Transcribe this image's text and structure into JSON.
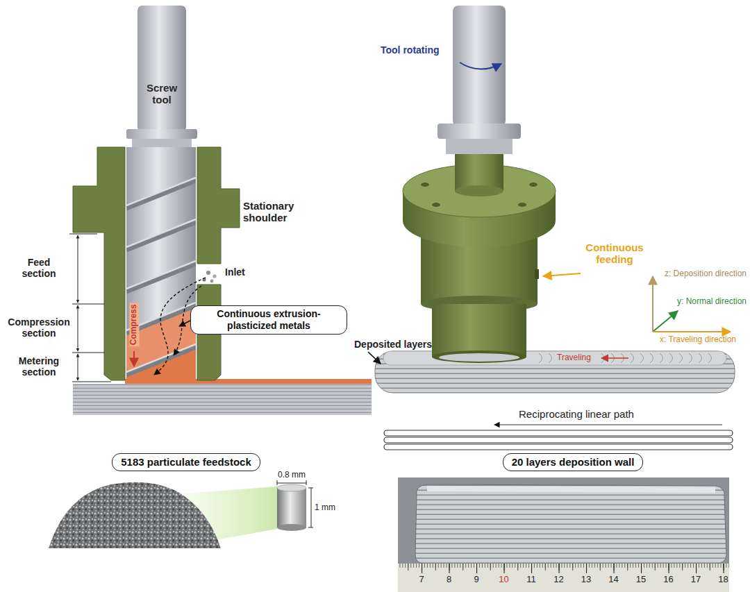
{
  "diagram": {
    "nodes": [
      {
        "text": [
          "Continuous extrusion-plasticized metals"
        ]
      },
      {
        "text": [
          "5183 particulate feedstock"
        ]
      },
      {
        "text": [
          "20 layers deposition wall"
        ]
      }
    ],
    "labels": [
      "Screw tool",
      "Stationary shoulder",
      "Feed section",
      "Compression section",
      "Metering section",
      "Inlet",
      "Compress",
      "Tool rotating",
      "Continuous feeding",
      "z: Deposition direction",
      "y: Normal direction",
      "x: Traveling direction",
      "Deposited layers",
      "Traveling",
      "Reciprocating linear path",
      "0.8 mm",
      "1 mm",
      "7",
      "8",
      "9",
      "10",
      "11",
      "12",
      "13",
      "14",
      "15",
      "16",
      "17",
      "18"
    ]
  }
}
